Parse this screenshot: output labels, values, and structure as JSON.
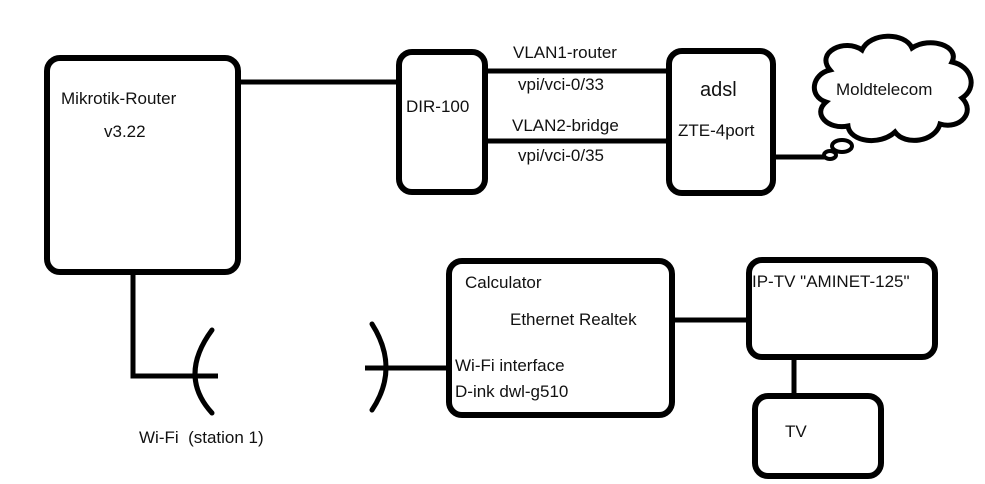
{
  "nodes": {
    "mikrotik": {
      "title": "Mikrotik-Router",
      "version": "v3.22"
    },
    "dir100": {
      "title": "DIR-100"
    },
    "adsl": {
      "title": "adsl",
      "model": "ZTE-4port"
    },
    "isp": {
      "title": "Moldtelecom"
    },
    "calculator": {
      "title": "Calculator",
      "ethernet": "Ethernet Realtek",
      "wifi": "Wi-Fi interface",
      "wifi_card": "D-ink dwl-g510"
    },
    "iptv": {
      "title": "IP-TV \"AMINET-125\""
    },
    "tv": {
      "title": "TV"
    }
  },
  "links": {
    "vlan1": {
      "name": "VLAN1-router",
      "vpi_vci": "vpi/vci-0/33"
    },
    "vlan2": {
      "name": "VLAN2-bridge",
      "vpi_vci": "vpi/vci-0/35"
    },
    "wifi": {
      "label": "Wi-Fi  (station 1)"
    }
  }
}
